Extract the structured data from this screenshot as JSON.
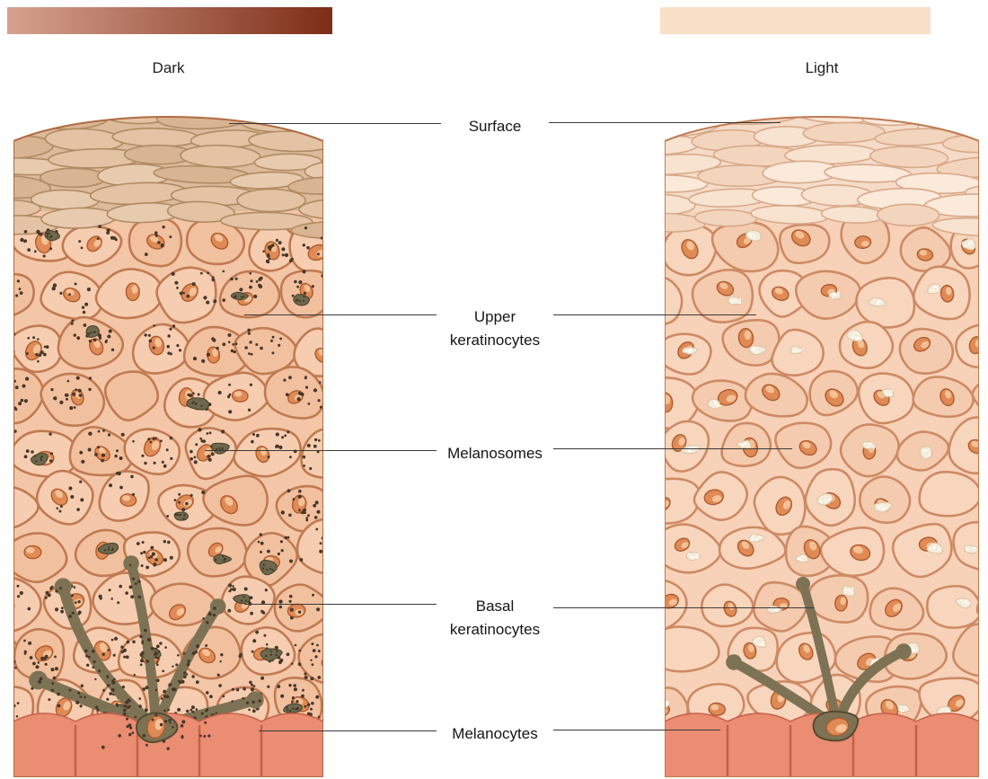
{
  "legend": {
    "dark": {
      "label": "Dark",
      "gradient_start": "#d6a28f",
      "gradient_end": "#7d2d17"
    },
    "light": {
      "label": "Light",
      "bar_color": "#f9e0c7"
    }
  },
  "annotations": {
    "surface": "Surface",
    "upper_keratinocytes": "Upper keratinocytes",
    "melanosomes": "Melanosomes",
    "basal_keratinocytes": "Basal keratinocytes",
    "melanocytes": "Melanocytes"
  },
  "palette": {
    "dark_column": {
      "mode": "dark",
      "body": "#f3c6a8",
      "cellA": "#f6cdb0",
      "cellB": "#f1c09f",
      "wall": "#c07a52",
      "edge": "#b06b44",
      "cornBase": "#dcba9b",
      "cornA": "#e3c3a4",
      "cornB": "#d9b492",
      "cornC": "#e8cbae",
      "cornLine": "#b08a63",
      "nuc": "#e08a55",
      "nucEdge": "#ad5c30",
      "nucHi": "#f6c79d",
      "dot": "#473729",
      "blob": "#6f684d",
      "blobEdge": "#4e4934",
      "blobDot": "#3a3525",
      "mel": "#7e7254",
      "melEdge": "#564b31",
      "dermis": "#ea8d72",
      "dermisLine": "#c4604a"
    },
    "light_column": {
      "mode": "light",
      "body": "#f7d2b8",
      "cellA": "#f8d6bd",
      "cellB": "#f4cbae",
      "wall": "#cd8a64",
      "edge": "#bf7a52",
      "cornBase": "#f6dcc8",
      "cornA": "#f8e2d0",
      "cornB": "#f3d5bd",
      "cornC": "#fbe9da",
      "cornLine": "#d8a98a",
      "nuc": "#e08a55",
      "nucEdge": "#ad5c30",
      "nucHi": "#f6c79d",
      "pale": "#f6ecdb",
      "paleEdge": "#d9c3a4",
      "dot": "#473729",
      "mel": "#7e7254",
      "melEdge": "#564b31",
      "dermis": "#ea8d72",
      "dermisLine": "#c4604a"
    }
  }
}
